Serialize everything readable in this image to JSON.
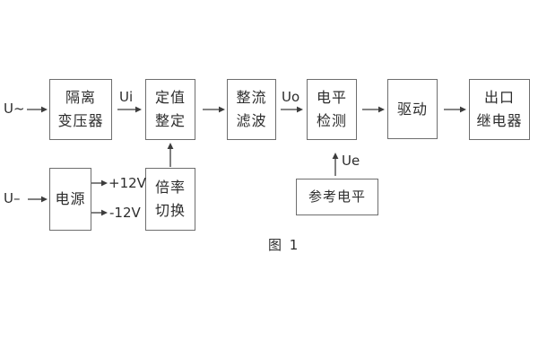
{
  "figure": {
    "caption": "图 1",
    "background_color": "#ffffff",
    "border_color": "#6e6e6e",
    "line_color": "#3c3c3c",
    "text_color": "#2d2d2d"
  },
  "signals": {
    "input_ac": "U~",
    "input_dc": "U–",
    "ui": "Ui",
    "uo": "Uo",
    "ue": "Ue",
    "rail_positive": "+12V",
    "rail_negative": "-12V"
  },
  "blocks": {
    "isolation_transformer": {
      "line1": "隔离",
      "line2": "变压器"
    },
    "setpoint_adjust": {
      "line1": "定值",
      "line2": "整定"
    },
    "rectifier_filter": {
      "line1": "整流",
      "line2": "滤波"
    },
    "level_detect": {
      "line1": "电平",
      "line2": "检测"
    },
    "driver": {
      "line1": "驱动"
    },
    "output_relay": {
      "line1": "出口",
      "line2": "继电器"
    },
    "power_supply": {
      "line1": "电源"
    },
    "ratio_switch": {
      "line1": "倍率",
      "line2": "切换"
    },
    "reference_level": {
      "line1": "参考电平"
    }
  }
}
